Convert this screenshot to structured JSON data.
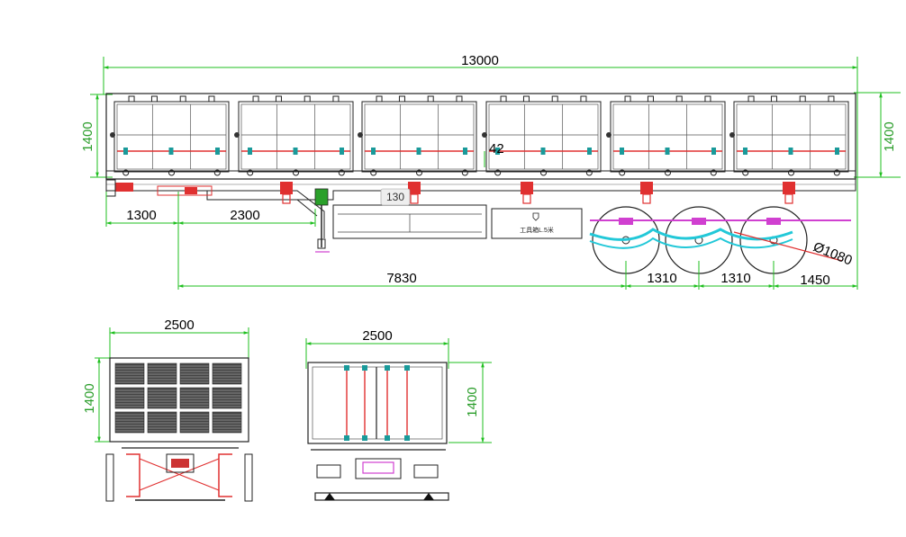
{
  "colors": {
    "dimension_line": "#1fbf1f",
    "outline": "#222222",
    "jack": "#e03030",
    "spring": "#22c8d8",
    "hanger": "#d040d0",
    "valve": "#1a9a9a",
    "grill": "#333333"
  },
  "side_view": {
    "overall_length": "13000",
    "body_height": "1400",
    "body_height_right": "1400",
    "front_overhang": "1300",
    "landing_gear_offset": "2300",
    "axle_position": "7830",
    "axle_spacing_1": "1310",
    "axle_spacing_2": "1310",
    "rear_overhang": "1450",
    "wheel_diameter": "Ø1080",
    "small_dim": "42",
    "tag_130": "130",
    "toolbox_label": "工具箱L.5米"
  },
  "front_view": {
    "width": "2500",
    "height": "1400"
  },
  "rear_view": {
    "width": "2500",
    "height": "1400"
  }
}
